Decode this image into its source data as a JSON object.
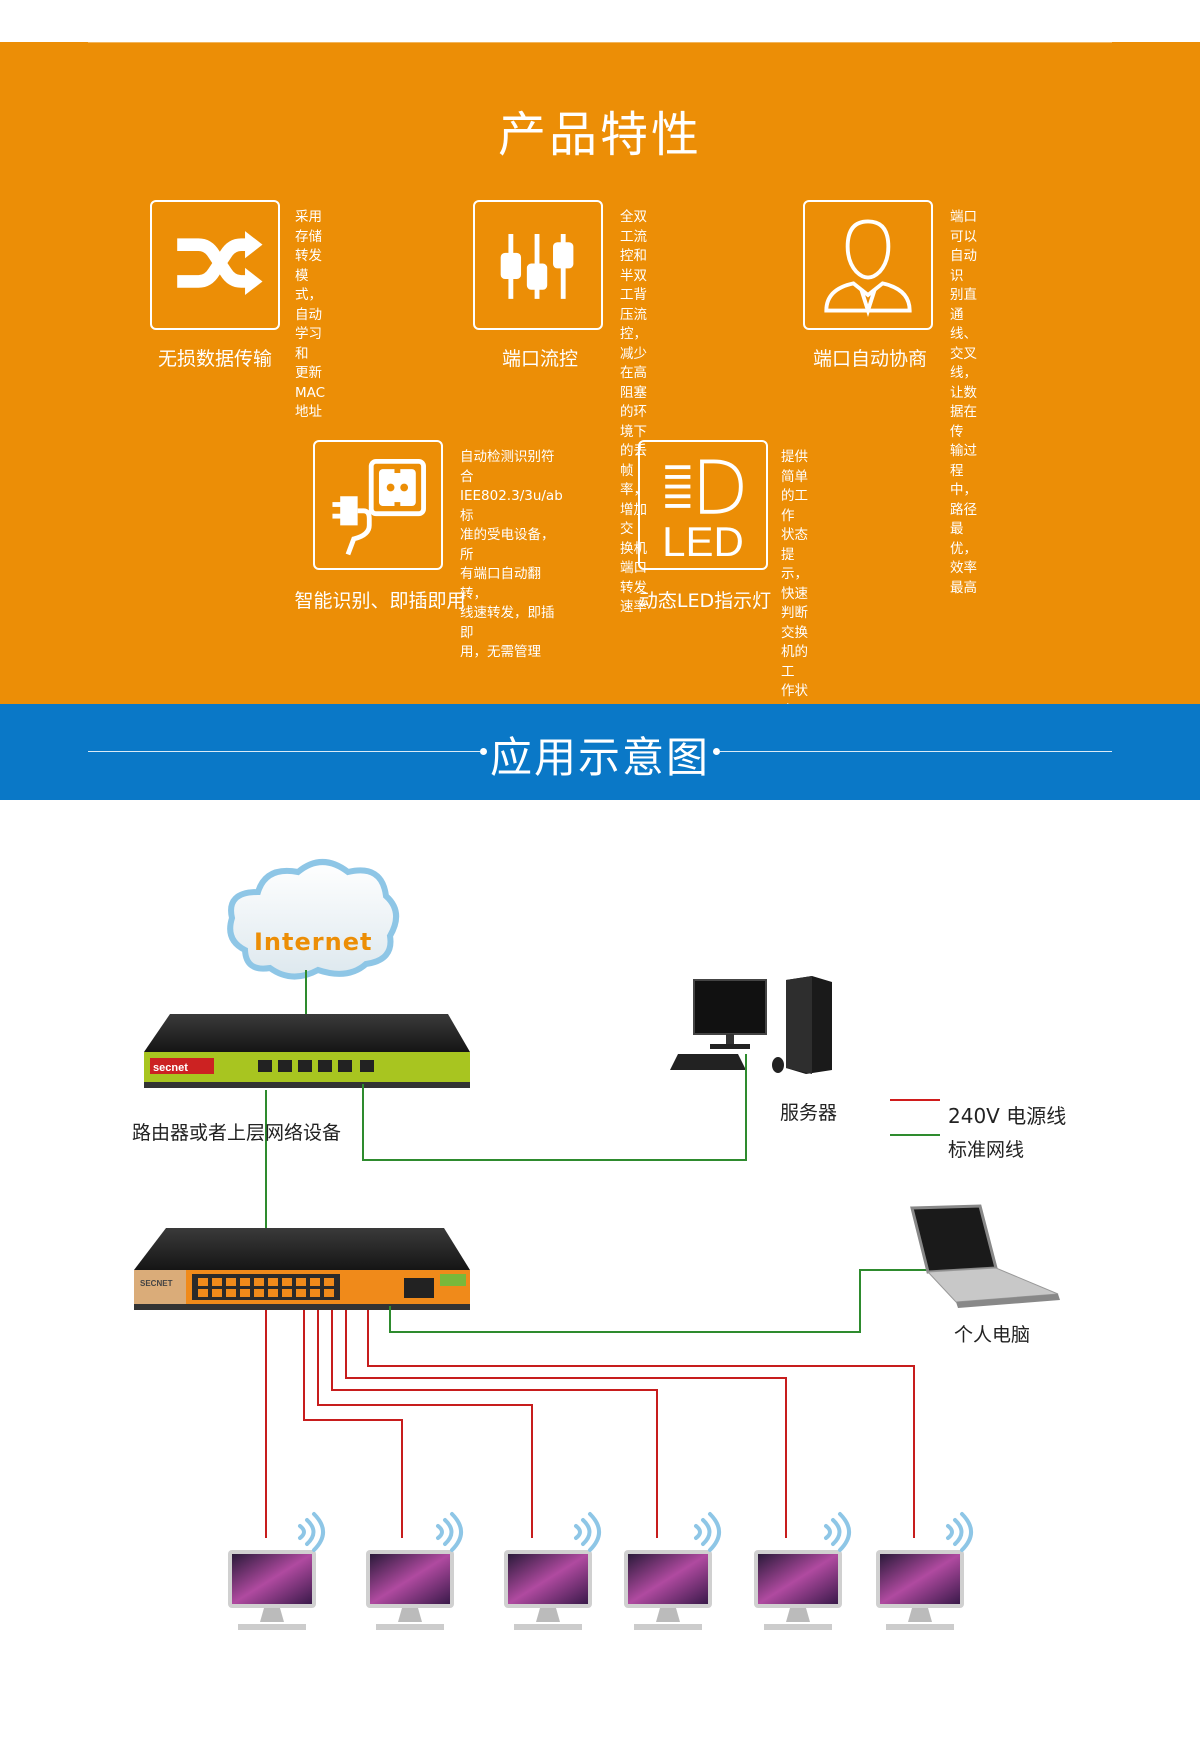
{
  "features": {
    "title": "产品特性",
    "items": [
      {
        "label": "无损数据传输",
        "desc_lines": [
          "采用存储转发模",
          "式，自动学习和",
          "更新MAC地址"
        ]
      },
      {
        "label": "端口流控",
        "desc_lines": [
          "全双工流控和半双",
          "工背压流控，减少",
          "在高阻塞的环境下",
          "的丢帧率，增加交",
          "换机端口转发速率"
        ]
      },
      {
        "label": "端口自动协商",
        "desc_lines": [
          "端口可以自动识",
          "别直通线、交叉",
          "线，让数据在传",
          "输过程中，路径",
          "最优，效率最高"
        ]
      },
      {
        "label": "智能识别、即插即用",
        "desc_lines": [
          "自动检测识别符合",
          "IEE802.3/3u/ab标",
          "准的受电设备，所",
          "有端口自动翻转，",
          "线速转发，即插即",
          "用，无需管理"
        ]
      },
      {
        "label": "动态LED指示灯",
        "desc_lines": [
          "提供简单的工作",
          "状态提示，快速",
          "判断交换机的工",
          "作状态"
        ],
        "icon_text": "LED"
      }
    ]
  },
  "application": {
    "title": "应用示意图",
    "cloud_label": "Internet",
    "router_label": "路由器或者上层网络设备",
    "server_label": "服务器",
    "pc_label": "个人电脑",
    "router_brand": "secnet",
    "switch_brand": "SECNET",
    "legend": [
      {
        "label": "240V 电源线",
        "color": "#d01c1c"
      },
      {
        "label": "标准网线",
        "color": "#2e8b2e"
      }
    ]
  },
  "colors": {
    "orange": "#ec8e06",
    "blue": "#0a78c7",
    "power_line": "#c71d1d",
    "network_line": "#2e8b2e"
  },
  "icons": [
    "shuffle-icon",
    "equalizer-icon",
    "user-icon",
    "plug-socket-icon",
    "led-light-icon",
    "cloud-icon",
    "wifi-icon"
  ]
}
